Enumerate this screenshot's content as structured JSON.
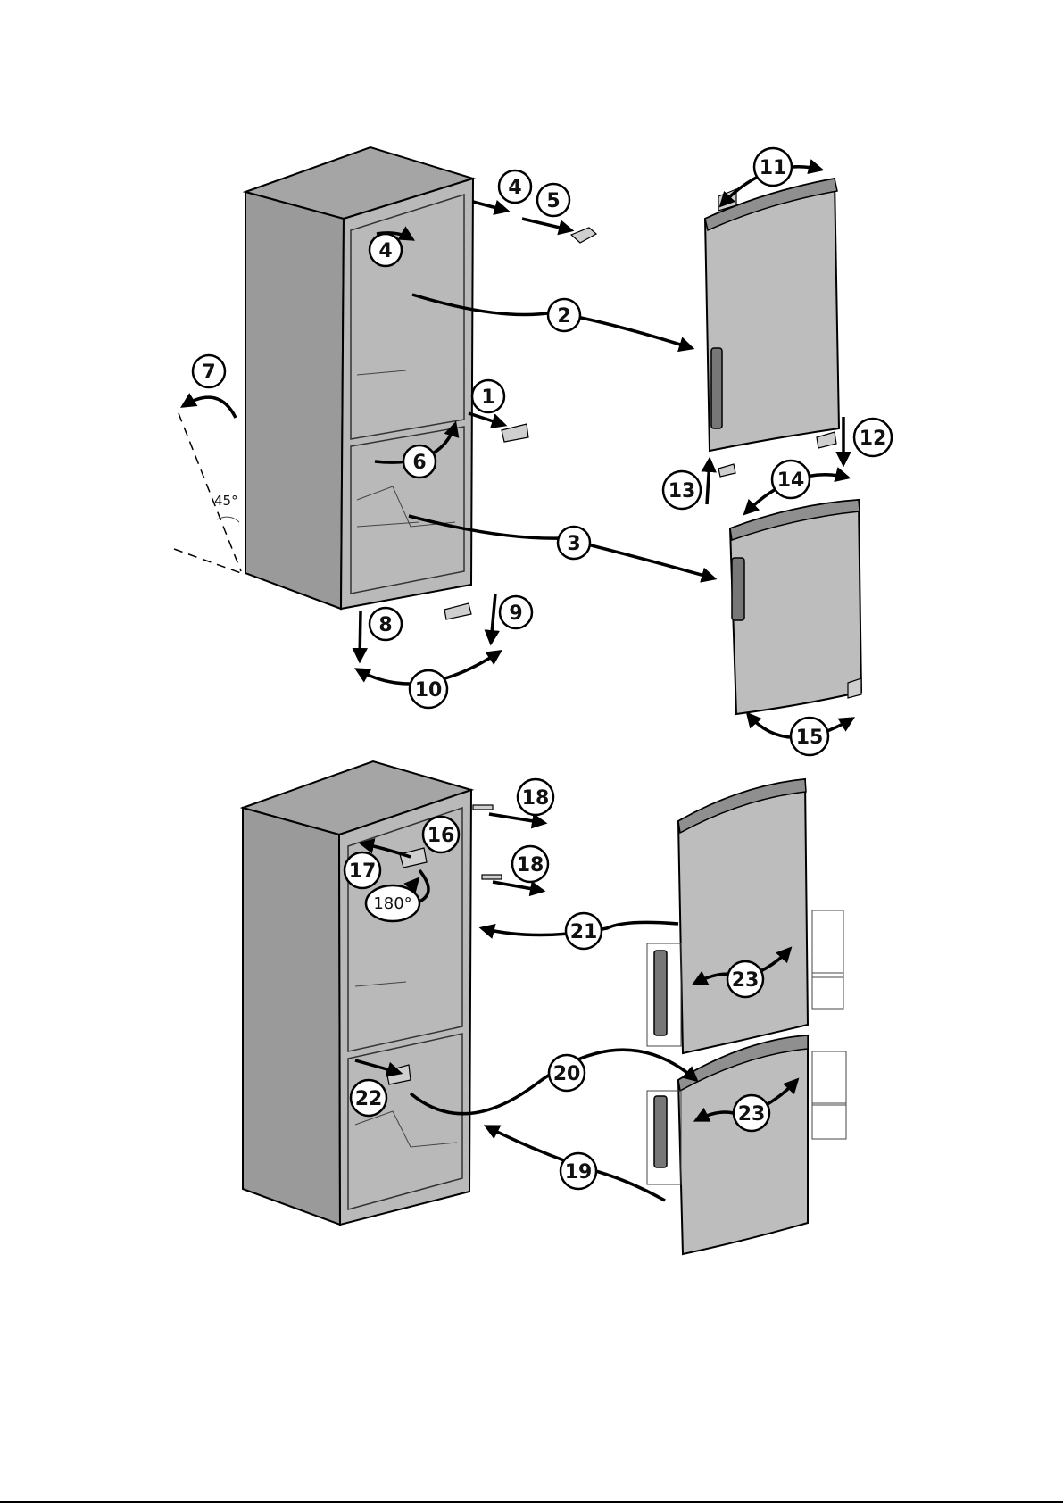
{
  "labels": {
    "s1": "1",
    "s2": "2",
    "s3": "3",
    "s4a": "4",
    "s4b": "4",
    "s5": "5",
    "s6": "6",
    "s7": "7",
    "s8": "8",
    "s9": "9",
    "s10": "10",
    "s11": "11",
    "s12": "12",
    "s13": "13",
    "s14": "14",
    "s15": "15",
    "s16": "16",
    "s17": "17",
    "s18a": "18",
    "s18b": "18",
    "s19": "19",
    "s20": "20",
    "s21": "21",
    "s22": "22",
    "s23a": "23",
    "s23b": "23"
  },
  "angles": {
    "tilt": "45°",
    "rotate": "180°"
  },
  "colors": {
    "line": "#000000",
    "body": "#9a9a9a",
    "door": "#bdbdbd",
    "background": "#ffffff"
  }
}
